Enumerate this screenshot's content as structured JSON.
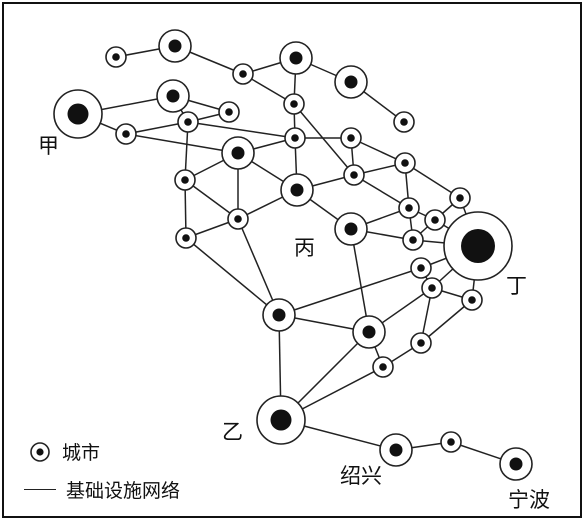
{
  "labels": {
    "jia": "甲",
    "yi": "乙",
    "bing": "丙",
    "ding": "丁",
    "shaoxing": "绍兴",
    "ningbo": "宁波"
  },
  "legend": {
    "city": "城市",
    "network": "基础设施网络"
  }
}
